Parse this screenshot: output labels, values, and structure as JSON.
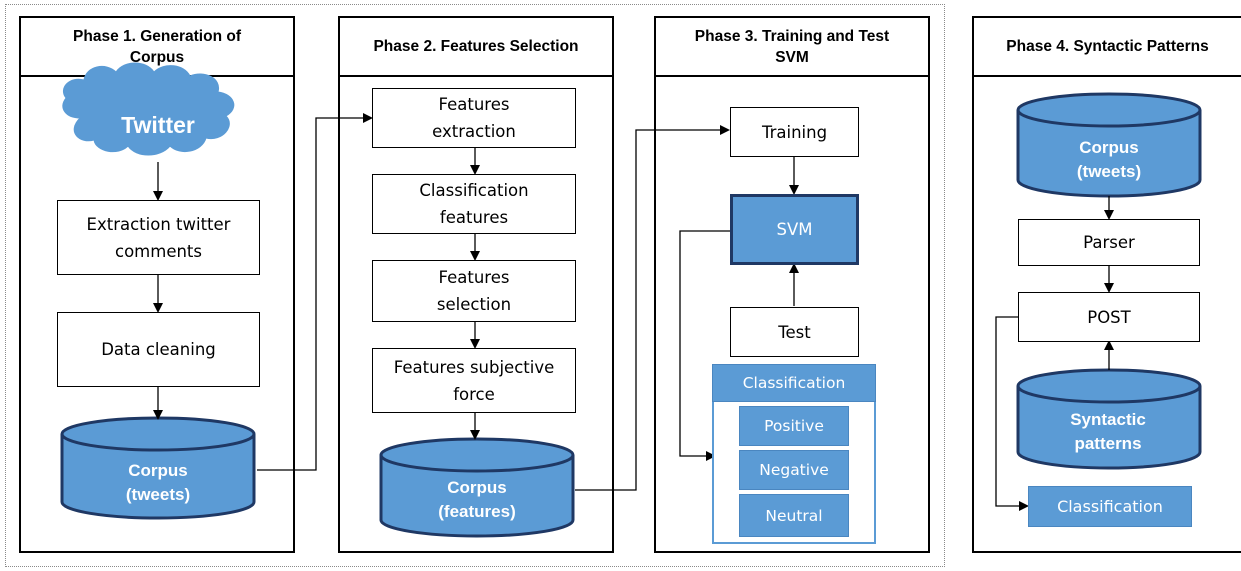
{
  "phases": [
    {
      "title": "Phase 1. Generation of Corpus"
    },
    {
      "title": "Phase 2. Features Selection"
    },
    {
      "title": "Phase 3. Training and Test SVM"
    },
    {
      "title": "Phase 4. Syntactic Patterns"
    }
  ],
  "phase1": {
    "source": "Twitter",
    "steps": [
      "Extraction twitter comments",
      "Data cleaning"
    ],
    "store": "Corpus (tweets)"
  },
  "phase2": {
    "steps": [
      "Features extraction",
      "Classification features",
      "Features selection",
      "Features subjective force"
    ],
    "store": "Corpus (features)"
  },
  "phase3": {
    "training": "Training",
    "model": "SVM",
    "test": "Test",
    "classification": {
      "header": "Classification",
      "classes": [
        "Positive",
        "Negative",
        "Neutral"
      ]
    }
  },
  "phase4": {
    "corpus": "Corpus (tweets)",
    "parser": "Parser",
    "post": "POST",
    "patterns": "Syntactic patterns",
    "classification": "Classification"
  },
  "colors": {
    "fill_blue": "#5b9bd5",
    "dark_border": "#1f3864",
    "stroke": "#000000"
  }
}
